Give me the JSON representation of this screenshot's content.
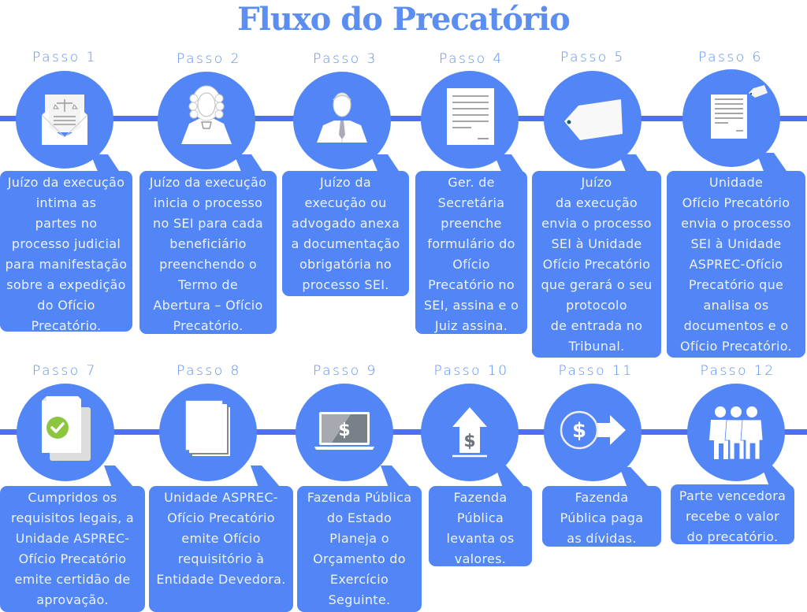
{
  "title": "Fluxo do Precatório",
  "colors": {
    "accent": "#5285f5",
    "title": "#5b8ef0",
    "line": "#4f6ff2",
    "text_light": "#eef2fb",
    "check_green": "#8cc63f"
  },
  "steps": [
    {
      "label": "Passo 1",
      "icon": "envelope-letter-scales-icon",
      "lines": [
        "Juízo da execução",
        "intima as",
        "partes no",
        "processo judicial",
        "para manifestação",
        "sobre a expedição",
        "do Ofício",
        "Precatório."
      ]
    },
    {
      "label": "Passo 2",
      "icon": "judge-wig-icon",
      "lines": [
        "Juízo da execução",
        "inicia o processo",
        "no SEI para cada",
        "beneficiário",
        "preenchendo o",
        "Termo de",
        "Abertura – Ofício",
        "Precatório."
      ]
    },
    {
      "label": "Passo 3",
      "icon": "lawyer-tie-icon",
      "lines": [
        "Juízo da",
        "execução ou",
        "advogado anexa",
        "a documentação",
        "obrigatória no",
        "processo SEI."
      ]
    },
    {
      "label": "Passo 4",
      "icon": "document-form-icon",
      "lines": [
        "Ger. de",
        "Secretária",
        "preenche",
        "formulário do",
        "Ofício",
        "Precatório no",
        "SEI, assina e o",
        "Juiz assina."
      ]
    },
    {
      "label": "Passo 5",
      "icon": "tag-label-icon",
      "lines": [
        "Juízo",
        "da execução",
        "envia o processo",
        "SEI à Unidade",
        "Ofício Precatório",
        "que gerará o seu",
        "protocolo",
        "de entrada no",
        "Tribunal."
      ]
    },
    {
      "label": "Passo 6",
      "icon": "document-tag-icon",
      "lines": [
        "Unidade",
        "Ofício Precatório",
        "envia o processo",
        "SEI à Unidade",
        "ASPREC-Ofício",
        "Precatório que",
        "analisa os",
        "documentos e o",
        "Ofício Precatório."
      ]
    },
    {
      "label": "Passo 7",
      "icon": "document-check-icon",
      "lines": [
        "Cumpridos os",
        "requisitos legais, a",
        "Unidade ASPREC-",
        "Ofício Precatório",
        "emite certidão de",
        "aprovação."
      ]
    },
    {
      "label": "Passo 8",
      "icon": "document-stack-icon",
      "lines": [
        "Unidade ASPREC-",
        "Ofício Precatório",
        "emite Ofício",
        "requisitório à",
        "Entidade Devedora."
      ]
    },
    {
      "label": "Passo 9",
      "icon": "laptop-dollar-icon",
      "lines": [
        "Fazenda Pública",
        "do Estado",
        "Planeja o",
        "Orçamento do",
        "Exercício",
        "Seguinte."
      ]
    },
    {
      "label": "Passo 10",
      "icon": "arrow-up-dollar-icon",
      "lines": [
        "Fazenda",
        "Pública",
        "levanta os",
        "valores."
      ]
    },
    {
      "label": "Passo 11",
      "icon": "dollar-arrow-right-icon",
      "lines": [
        "Fazenda",
        "Pública paga",
        "as dívidas."
      ]
    },
    {
      "label": "Passo 12",
      "icon": "group-people-icon",
      "lines": [
        "Parte vencedora",
        "recebe o valor",
        "do precatório."
      ]
    }
  ]
}
